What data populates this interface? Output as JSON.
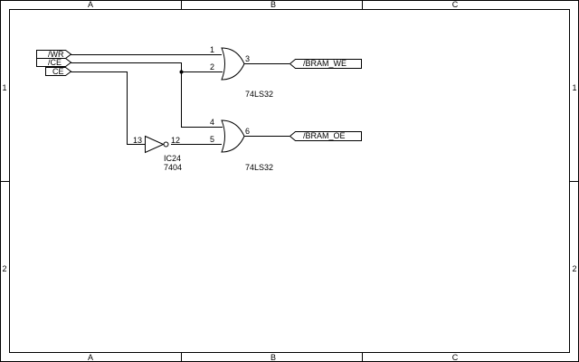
{
  "frame": {
    "columns": [
      "A",
      "B",
      "C"
    ],
    "rows": [
      "1",
      "2"
    ]
  },
  "ports": {
    "wr": "/WR",
    "ce_n": "/CE",
    "ce": "CE",
    "bram_we": "/BRAM_WE",
    "bram_oe": "/BRAM_OE"
  },
  "gates": {
    "or_top": {
      "part": "74LS32",
      "pin_in1": "1",
      "pin_in2": "2",
      "pin_out": "3"
    },
    "or_bottom": {
      "part": "74LS32",
      "pin_in1": "4",
      "pin_in2": "5",
      "pin_out": "6"
    },
    "inverter": {
      "ref": "IC24",
      "part": "7404",
      "pin_in": "13",
      "pin_out": "12"
    }
  }
}
